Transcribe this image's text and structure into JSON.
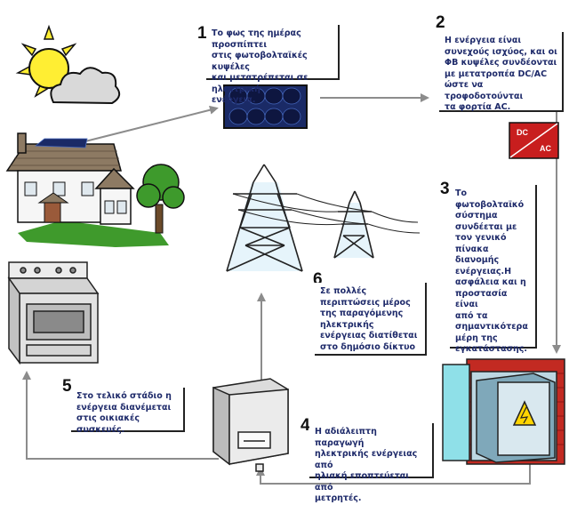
{
  "steps": [
    {
      "number": "1",
      "text": "Το φως της ημέρας προσπίπτει\nστις φωτοβολταϊκές κυψέλες\nκαι μετατρέπεται σε ηλεκτρική\nενέργεια."
    },
    {
      "number": "2",
      "text": "Η ενέργεια είναι\nσυνεχούς ισχύος, και οι\nΦΒ κυψέλες συνδέονται\nμε μετατροπέα DC/AC\nώστε να τροφοδοτούνται\nτα φορτία AC."
    },
    {
      "number": "3",
      "text": "Το\nφωτοβολταϊκό\nσύστημα\nσυνδέεται με\nτον γενικό\nπίνακα\nδιανομής\nενέργειας.Η\nασφάλεια και η\nπροστασία είναι\nαπό τα\nσημαντικότερα\nμέρη της\nεγκατάστασης."
    },
    {
      "number": "4",
      "text": "Η αδιάλειπτη παραγωγή\nηλεκτρικής ενέργειας από\nηλιακή εποπτεύεται από\nμετρητές."
    },
    {
      "number": "5",
      "text": "Στο τελικό στάδιο η\nενέργεια διανέμεται\nστις οικιακές συσκευές."
    },
    {
      "number": "6",
      "text": "Σε πολλές\nπεριπτώσεις μέρος\nτης παραγόμενης\nηλεκτρικής\nενέργειας διατίθεται\nστο δημόσιο δίκτυο"
    }
  ],
  "inverter": {
    "dc": "DC",
    "ac": "AC"
  },
  "colors": {
    "box_text": "#1e2a6a",
    "arrow": "#8c8c8c",
    "inverter_red": "#c81e1e",
    "sun": "#ffee33"
  },
  "icons": [
    "sun-cloud-icon",
    "solar-panel-icon",
    "house-icon",
    "tree-icon",
    "dc-ac-inverter-icon",
    "power-tower-icon",
    "electric-meter-icon",
    "stove-icon",
    "distribution-panel-icon"
  ]
}
